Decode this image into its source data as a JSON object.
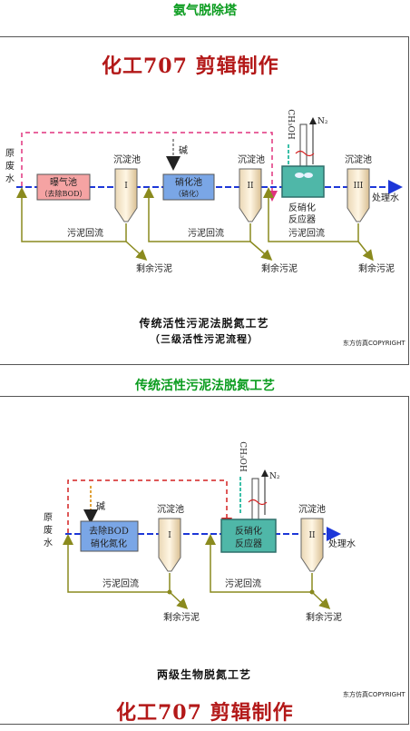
{
  "header": {
    "title": "氨气脱除塔"
  },
  "diagram1": {
    "brand": "化工707 剪辑制作",
    "labels": {
      "raw_water": "原\n废\n水",
      "aeration_tank": "曝气池",
      "aeration_sub": "（去除BOD）",
      "settling1": "沉淀池",
      "settling2": "沉淀池",
      "settling3": "沉淀池",
      "roman1": "I",
      "roman2": "II",
      "roman3": "III",
      "alkali": "碱",
      "nitrification_tank": "硝化池",
      "nitrification_sub": "（硝化）",
      "methanol": "CH₃OH",
      "n2": "N₂",
      "denit_reactor": "反硝化\n反应器",
      "treated_water": "处理水",
      "sludge_return1": "污泥回流",
      "sludge_return2": "污泥回流",
      "sludge_return3": "污泥回流",
      "excess1": "剩余污泥",
      "excess2": "剩余污泥",
      "excess3": "剩余污泥"
    },
    "caption_line1": "传统活性污泥法脱氮工艺",
    "caption_line2": "（三级活性污泥流程）",
    "copyright": "东方仿真COPYRIGHT"
  },
  "middle_title": "传统活性污泥法脱氮工艺",
  "diagram2": {
    "labels": {
      "raw_water": "原\n废\n水",
      "alkali": "碱",
      "tank1_line1": "去除BOD",
      "tank1_line2": "硝化氮化",
      "settling1": "沉淀池",
      "settling2": "沉淀池",
      "roman1": "I",
      "roman2": "II",
      "methanol": "CH₃OH",
      "n2": "N₂",
      "denit_reactor": "反硝化\n反应器",
      "treated_water": "处理水",
      "sludge_return1": "污泥回流",
      "sludge_return2": "污泥回流",
      "excess1": "剩余污泥",
      "excess2": "剩余污泥"
    },
    "caption": "两级生物脱氮工艺",
    "copyright": "东方仿真COPYRIGHT",
    "brand": "化工707 剪辑制作"
  },
  "colors": {
    "title_green": "#0b9c1f",
    "brand_red": "#b31818",
    "flow_blue": "#1d37d8",
    "return_olive": "#8a8a1e",
    "dashed_pink": "#e0337e",
    "dashed_red": "#d42020",
    "aeration_fill": "#f5a3a3",
    "nitrif_fill": "#7aa6e6",
    "reactor_fill": "#4fb7a8"
  }
}
